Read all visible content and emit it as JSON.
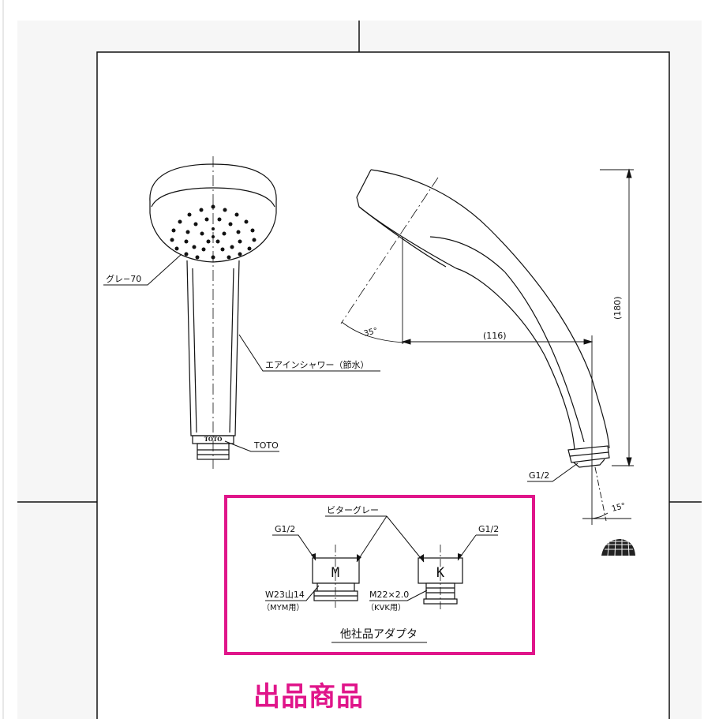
{
  "labels": {
    "color_gray70": "グレ−70",
    "air_in_shower": "エアインシャワー（節水）",
    "toto_label": "TOTO",
    "toto_logo": "TOTO",
    "angle_35": "35°",
    "dim_116": "(116)",
    "dim_180": "(180)",
    "g12_main": "G1/2",
    "angle_15": "15°",
    "bitter_gray": "ビターグレー",
    "g12_left": "G1/2",
    "g12_right": "G1/2",
    "adapter_m_letter": "M",
    "adapter_k_letter": "K",
    "mym_spec": "W23山14",
    "mym_note": "（MYM用）",
    "kvk_spec": "M22×2.0",
    "kvk_note": "（KVK用）",
    "adapter_caption": "他社品アダプタ"
  },
  "banner": {
    "text": "出品商品"
  },
  "colors": {
    "highlight_frame": "#e0158a",
    "banner_text": "#e0158a",
    "sheet_background": "#f6f6f6",
    "line": "#111111"
  }
}
